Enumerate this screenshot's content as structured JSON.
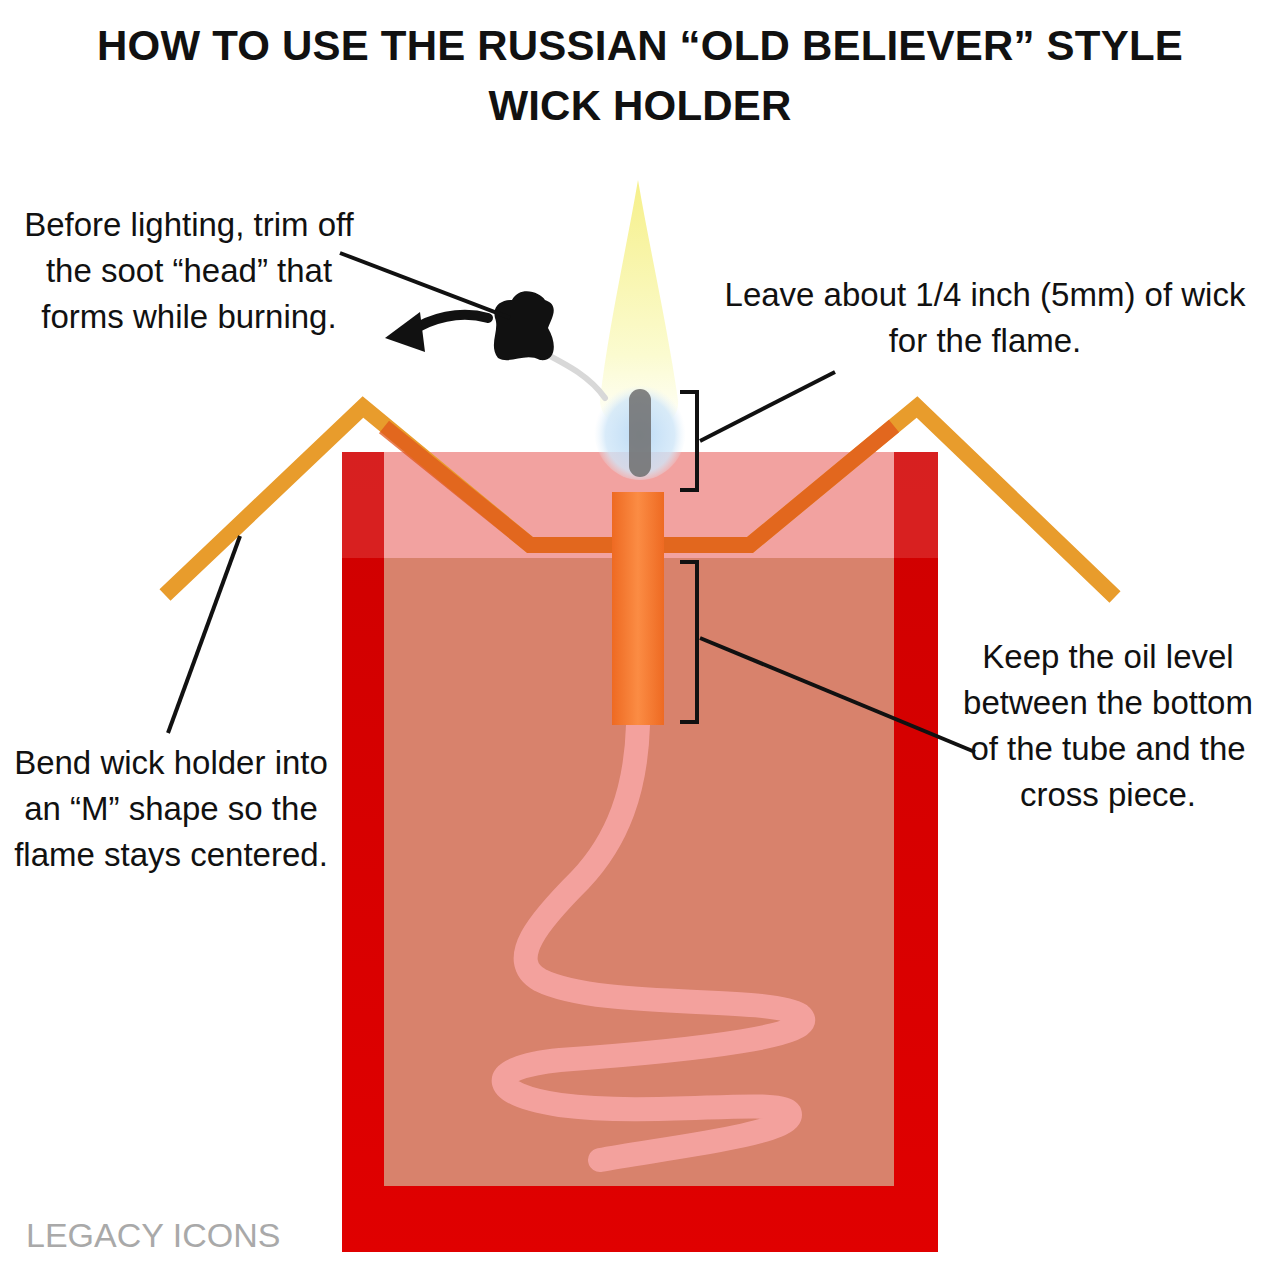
{
  "diagram": {
    "title": "HOW TO USE THE RUSSIAN “OLD BELIEVER” STYLE WICK HOLDER",
    "labels": [
      "Before lighting, trim off the soot “head” that forms while burning.",
      "Leave about 1/4 inch (5mm) of wick for the flame.",
      "Bend wick holder into an “M” shape so the flame stays centered.",
      "Keep the oil level between the bottom of the tube and the cross piece.",
      "LEGACY ICONS"
    ]
  }
}
